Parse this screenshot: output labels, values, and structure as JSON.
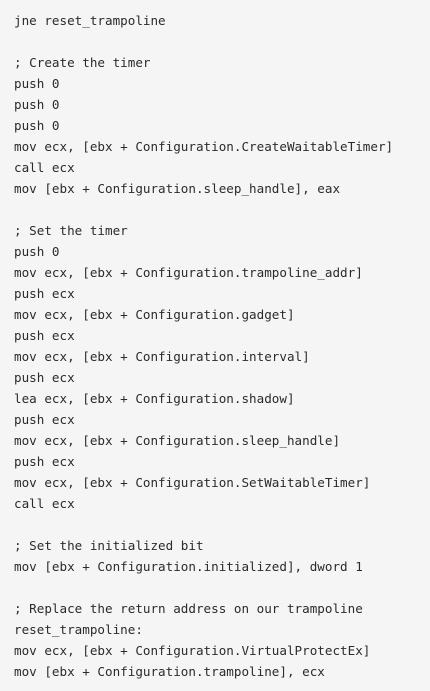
{
  "code": {
    "lines": [
      "jne reset_trampoline",
      "",
      "; Create the timer",
      "push 0",
      "push 0",
      "push 0",
      "mov ecx, [ebx + Configuration.CreateWaitableTimer]",
      "call ecx",
      "mov [ebx + Configuration.sleep_handle], eax",
      "",
      "; Set the timer",
      "push 0",
      "mov ecx, [ebx + Configuration.trampoline_addr]",
      "push ecx",
      "mov ecx, [ebx + Configuration.gadget]",
      "push ecx",
      "mov ecx, [ebx + Configuration.interval]",
      "push ecx",
      "lea ecx, [ebx + Configuration.shadow]",
      "push ecx",
      "mov ecx, [ebx + Configuration.sleep_handle]",
      "push ecx",
      "mov ecx, [ebx + Configuration.SetWaitableTimer]",
      "call ecx",
      "",
      "; Set the initialized bit",
      "mov [ebx + Configuration.initialized], dword 1",
      "",
      "; Replace the return address on our trampoline",
      "reset_trampoline:",
      "mov ecx, [ebx + Configuration.VirtualProtectEx]",
      "mov [ebx + Configuration.trampoline], ecx"
    ]
  }
}
